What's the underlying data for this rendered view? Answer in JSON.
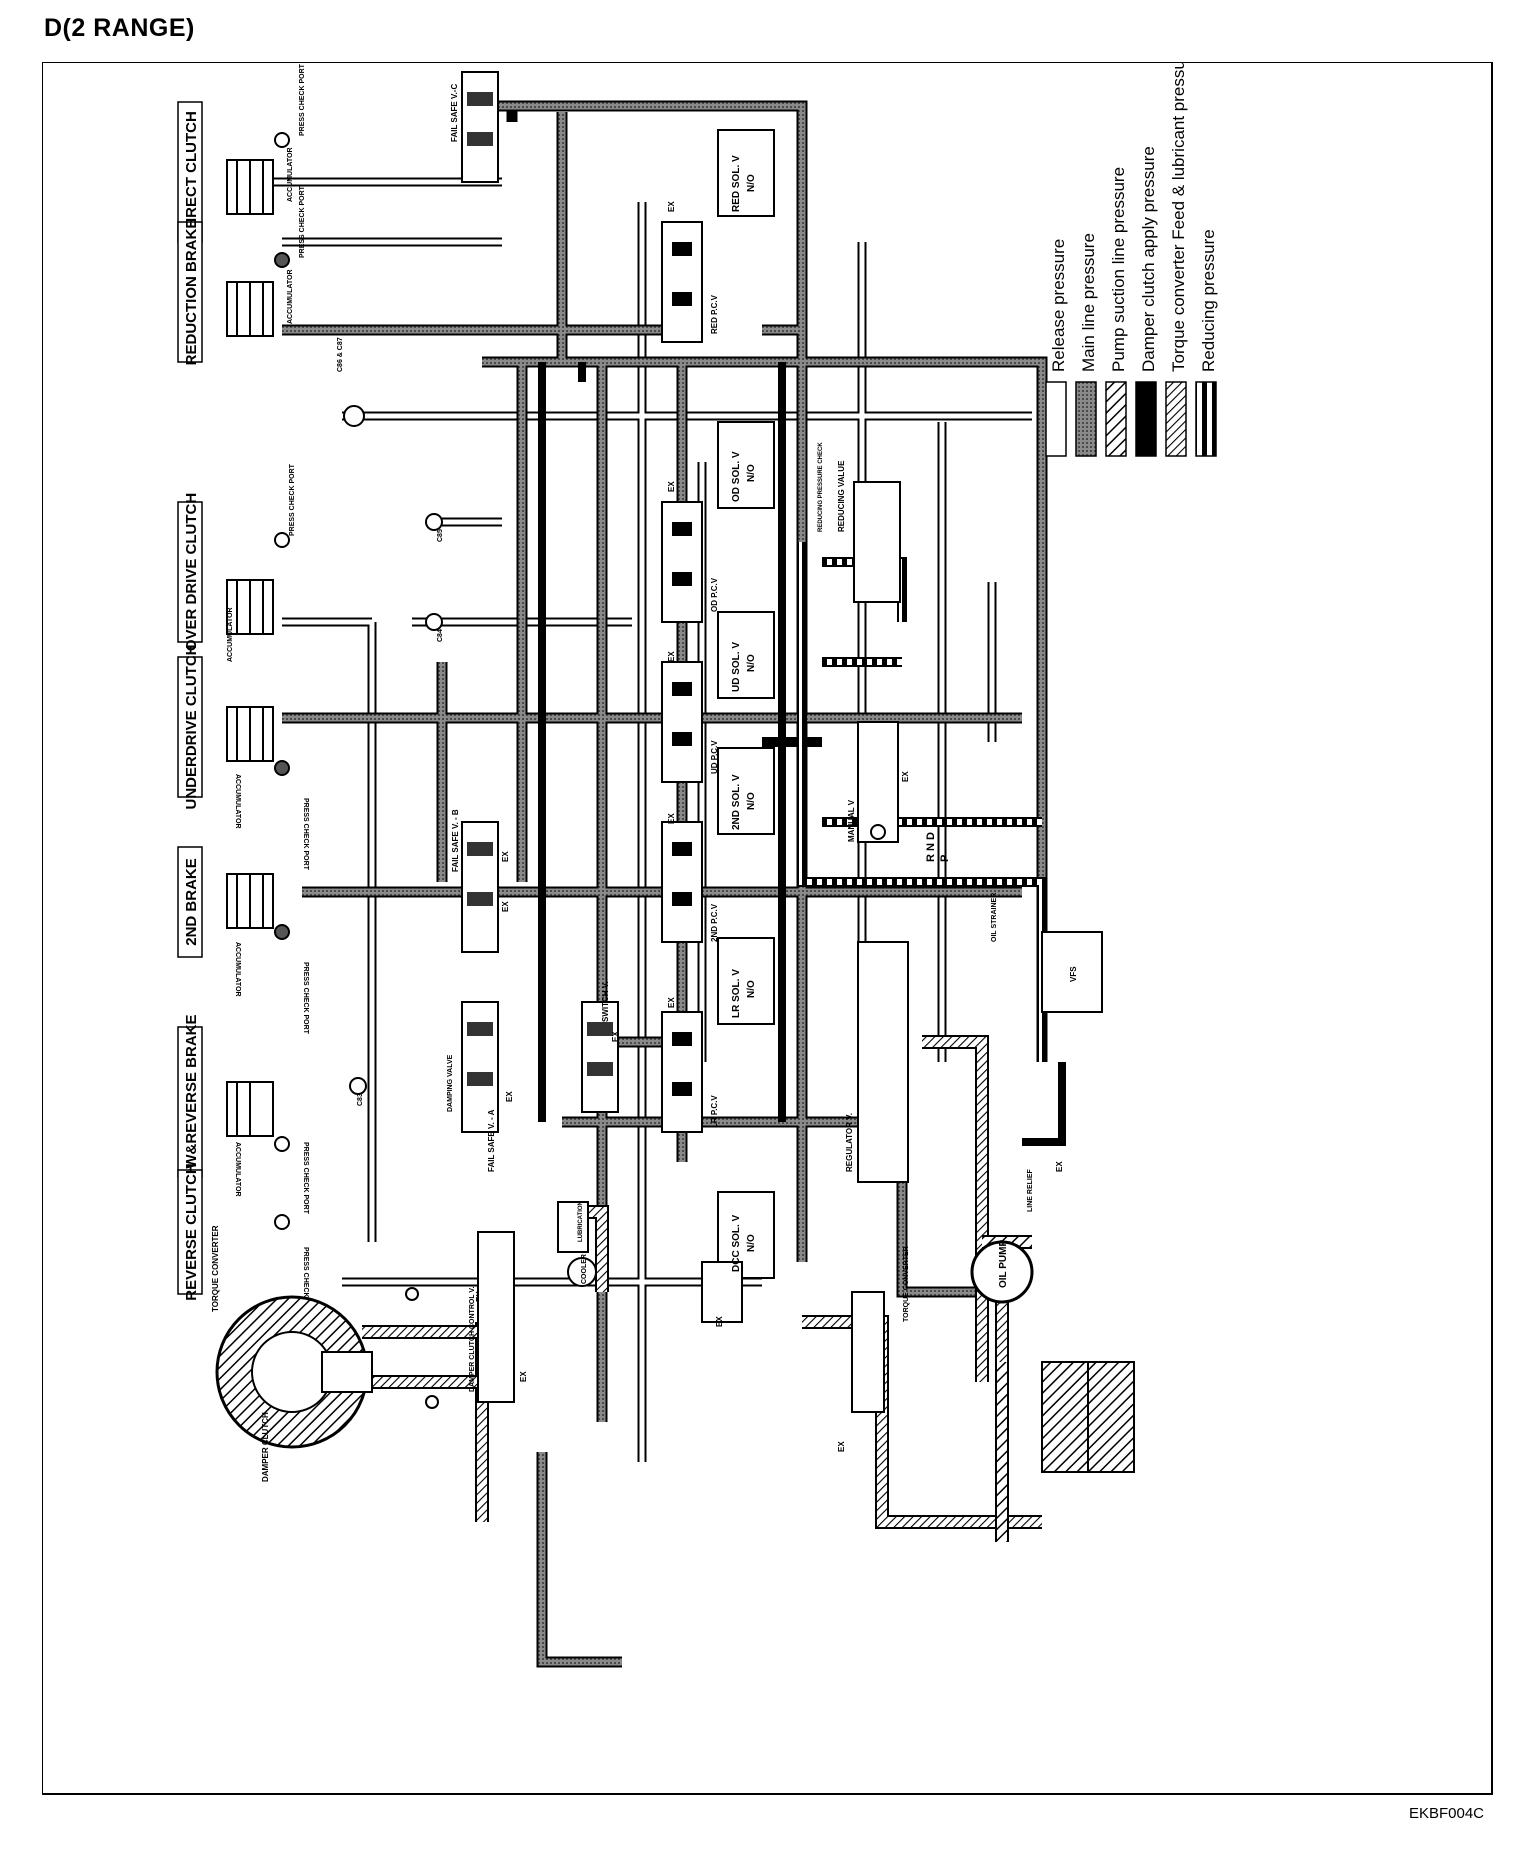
{
  "title": "D(2 RANGE)",
  "footer_code": "EKBF004C",
  "components": {
    "direct_clutch": "DIRECT CLUTCH",
    "reduction_brake": "REDUCTION BRAKE",
    "over_drive_clutch": "OVER DRIVE CLUTCH",
    "under_drive_clutch": "UNDERDRIVE CLUTCH",
    "second_brake": "2ND BRAKE",
    "low_reverse_brake": "LOW&REVERSE BRAKE",
    "reverse_clutch": "REVERSE CLUTCH"
  },
  "labels": {
    "fail_safe_vc": "FAIL SAFE V.-C",
    "fail_safe_vb": "FAIL SAFE V. - B",
    "fail_safe_va": "FAIL SAFE V. - A",
    "switch_v": "SWITCH V.",
    "damper_clutch_control_v": "DAMPER CLUTCH CONTROL V.",
    "torque_converter": "TORQUE CONVERTER",
    "damper_clutch": "DAMPER CLUTCH",
    "press_check_port": "PRESS CHECK PORT",
    "accumulator": "ACCUMULATOR",
    "lubrication": "LUBRICATION",
    "cooler": "COOLER",
    "red_sol": "RED SOL. V",
    "od_sol": "OD SOL. V",
    "ud_sol": "UD SOL. V",
    "second_sol": "2ND SOL. V",
    "lr_sol": "LR SOL. V",
    "dcc_sol": "DCC SOL. V",
    "no": "N/O",
    "red_pcv": "RED P.C.V",
    "od_pcv": "OD P.C.V",
    "ud_pcv": "UD P.C.V",
    "second_pcv": "2ND P.C.V",
    "lr_pcv": "LR P.C.V",
    "reducing_valve": "REDUCING VALUE",
    "reducing_pressure_check": "REDUCING PRESSURE CHECK",
    "manual_v": "MANUAL V",
    "rnd": "R N D",
    "p": "P",
    "oil_strainer": "OIL STRAINER",
    "regulator_v": "REGULATOR V.",
    "vfs": "VFS",
    "line_relief": "LINE RELIEF",
    "oil_pump": "OIL PUMP",
    "torque_converter_v": "TORQUE CONVERTER",
    "ex": "EX",
    "damping_valve": "DAMPING VALVE",
    "c86_c87": "C86 & C87",
    "c85": "C85",
    "c84": "C84",
    "c83": "C83"
  },
  "legend": [
    {
      "label": "Release pressure",
      "pattern": "white"
    },
    {
      "label": "Main line pressure",
      "pattern": "gray"
    },
    {
      "label": "Pump suction line pressure",
      "pattern": "hatch"
    },
    {
      "label": "Damper clutch apply pressure",
      "pattern": "black"
    },
    {
      "label": "Torque converter Feed & lubricant pressure",
      "pattern": "hatch-dense"
    },
    {
      "label": "Reducing pressure",
      "pattern": "checker"
    }
  ],
  "colors": {
    "ink": "#000000",
    "main_line": "#6b6b6b",
    "paper": "#ffffff"
  }
}
